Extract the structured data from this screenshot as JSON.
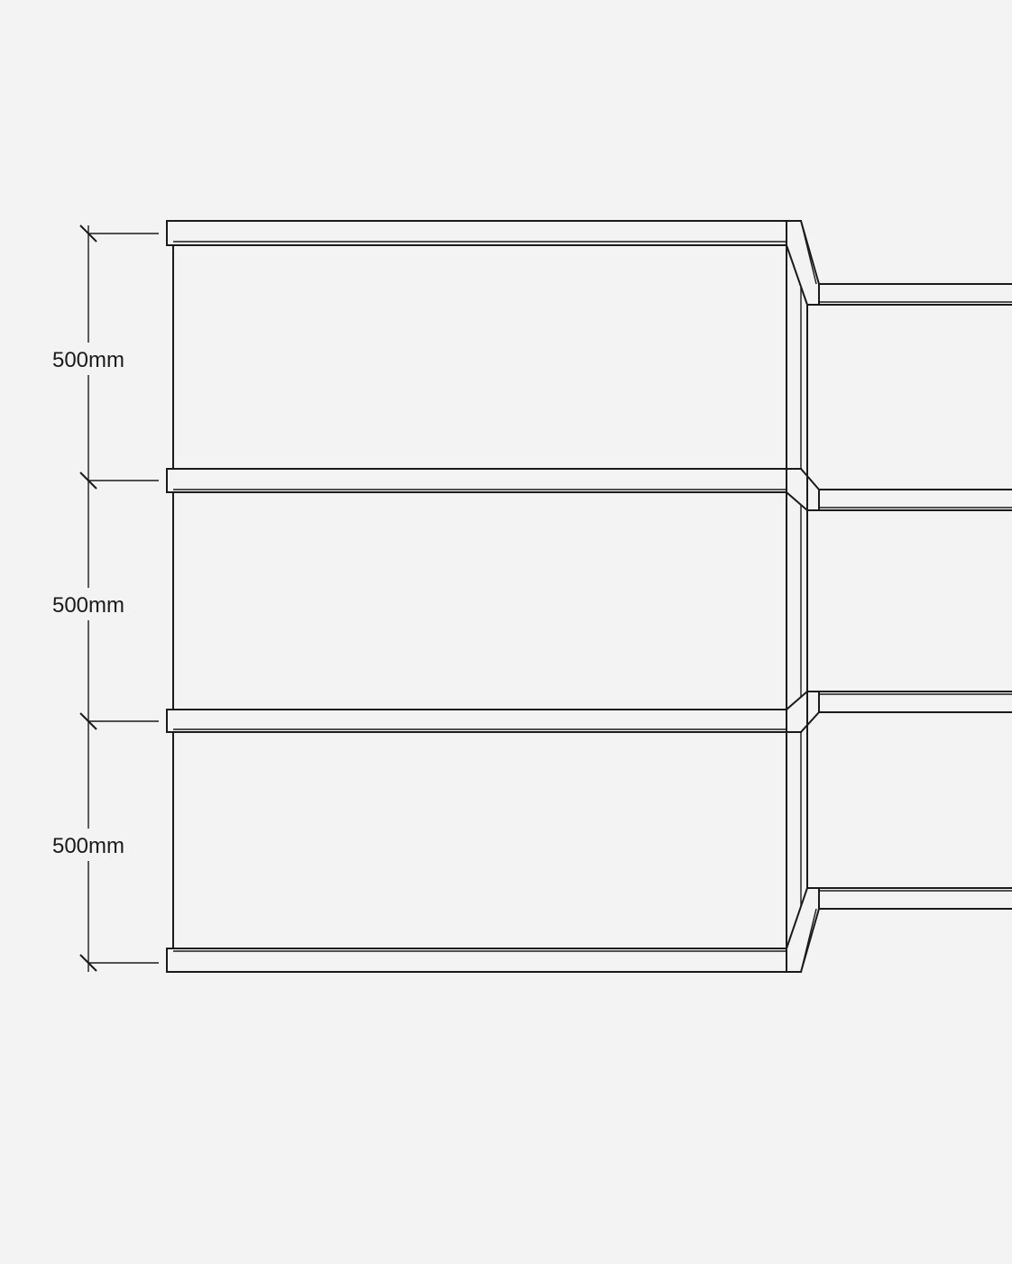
{
  "drawing": {
    "background": "#f3f3f3",
    "ink": "#1a1a1a",
    "dimensions": [
      {
        "label": "500mm"
      },
      {
        "label": "500mm"
      },
      {
        "label": "500mm"
      }
    ]
  }
}
